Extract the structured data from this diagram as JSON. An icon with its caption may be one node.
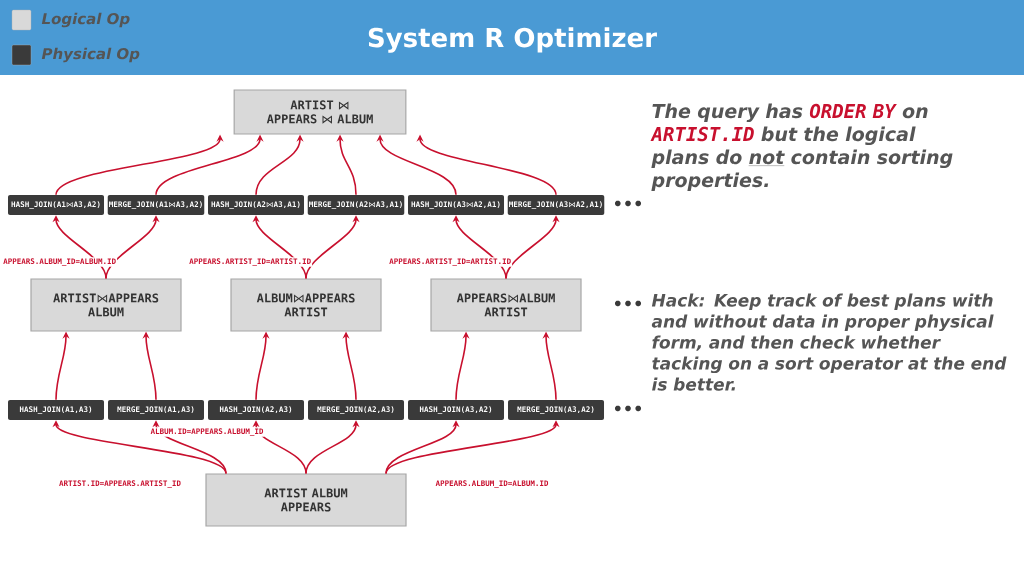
{
  "diagram": {
    "title": "System R Optimizer",
    "nodes": [
      {
        "text": [
          "ARTIST ⋈ APPEARS ⋈ ALBUM"
        ]
      },
      {
        "text": [
          "HASH_JOIN(A1⋈A3,A2)"
        ]
      },
      {
        "text": [
          "MERGE_JOIN(A1⋈A3,A2)"
        ]
      },
      {
        "text": [
          "HASH_JOIN(A2⋈A3,A1)"
        ]
      },
      {
        "text": [
          "MERGE_JOIN(A2⋈A3,A1)"
        ]
      },
      {
        "text": [
          "HASH_JOIN(A3⋈A2,A1)"
        ]
      },
      {
        "text": [
          "MERGE_JOIN(A3⋈A2,A1)"
        ]
      },
      {
        "text": [
          "ARTIST⋈APPEARS ALBUM"
        ]
      },
      {
        "text": [
          "ALBUM⋈APPEARS ARTIST"
        ]
      },
      {
        "text": [
          "APPEARS⋈ALBUM ARTIST"
        ]
      },
      {
        "text": [
          "HASH_JOIN(A1,A3)"
        ]
      },
      {
        "text": [
          "MERGE_JOIN(A1,A3)"
        ]
      },
      {
        "text": [
          "HASH_JOIN(A2,A3)"
        ]
      },
      {
        "text": [
          "MERGE_JOIN(A2,A3)"
        ]
      },
      {
        "text": [
          "HASH_JOIN(A3,A2)"
        ]
      },
      {
        "text": [
          "MERGE_JOIN(A3,A2)"
        ]
      },
      {
        "text": [
          "ARTIST ALBUM APPEARS"
        ]
      }
    ],
    "edges": [
      {
        "from": 1,
        "to": 0,
        "arrow": "to"
      },
      {
        "from": 2,
        "to": 0,
        "arrow": "to"
      },
      {
        "from": 3,
        "to": 0,
        "arrow": "to"
      },
      {
        "from": 4,
        "to": 0,
        "arrow": "to"
      },
      {
        "from": 5,
        "to": 0,
        "arrow": "to"
      },
      {
        "from": 6,
        "to": 0,
        "arrow": "to"
      },
      {
        "from": 7,
        "to": 1,
        "arrow": "to",
        "label": "APPEARS.ALBUM_ID=ALBUM.ID"
      },
      {
        "from": 7,
        "to": 2,
        "arrow": "to"
      },
      {
        "from": 8,
        "to": 3,
        "arrow": "to",
        "label": "APPEARS.ARTIST_ID=ARTIST.ID"
      },
      {
        "from": 8,
        "to": 4,
        "arrow": "to"
      },
      {
        "from": 9,
        "to": 5,
        "arrow": "to",
        "label": "APPEARS.ARTIST_ID=ARTIST.ID"
      },
      {
        "from": 9,
        "to": 6,
        "arrow": "to"
      },
      {
        "from": 10,
        "to": 7,
        "arrow": "to"
      },
      {
        "from": 11,
        "to": 7,
        "arrow": "to"
      },
      {
        "from": 12,
        "to": 8,
        "arrow": "to"
      },
      {
        "from": 13,
        "to": 8,
        "arrow": "to"
      },
      {
        "from": 14,
        "to": 9,
        "arrow": "to"
      },
      {
        "from": 15,
        "to": 9,
        "arrow": "to"
      },
      {
        "from": 16,
        "to": 10,
        "arrow": "to",
        "label": "ARTIST.ID=APPEARS.ARTIST_ID"
      },
      {
        "from": 16,
        "to": 11,
        "arrow": "to"
      },
      {
        "from": 16,
        "to": 12,
        "arrow": "to",
        "label": "ALBUM.ID=APPEARS.ALBUM_ID"
      },
      {
        "from": 16,
        "to": 13,
        "arrow": "to"
      },
      {
        "from": 16,
        "to": 14,
        "arrow": "to",
        "label": "APPEARS.ALBUM_ID=ALBUM.ID"
      },
      {
        "from": 16,
        "to": 15,
        "arrow": "to"
      }
    ],
    "labels": [
      "The query has",
      "ORDER BY",
      "on",
      "ARTIST.ID",
      "but the logical plans do",
      "not",
      "contain sorting properties.",
      "•••",
      "•••",
      "Hack: Keep track of best plans with and without data in proper physical form, and then check whether tacking on a sort operator at the end is better.",
      "•••"
    ],
    "legend": [
      {
        "text": "Logical Op",
        "color": "#d9d9d9"
      },
      {
        "text": "Physical Op",
        "color": "#3a3a3a"
      }
    ]
  }
}
